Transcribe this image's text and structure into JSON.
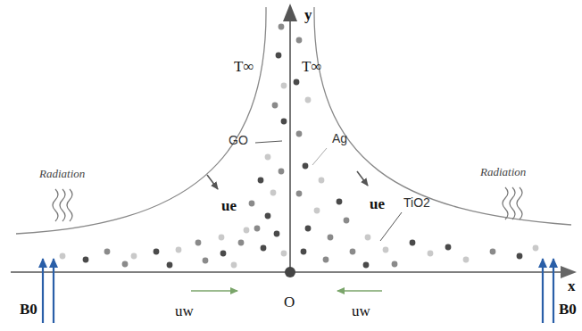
{
  "diagram": {
    "labels": [
      "y",
      "T∞",
      "T∞",
      "GO",
      "Ag",
      "ue",
      "ue",
      "TiO2",
      "Radiation",
      "Radiation",
      "B0",
      "B0",
      "uw",
      "uw",
      "O",
      "x"
    ]
  }
}
